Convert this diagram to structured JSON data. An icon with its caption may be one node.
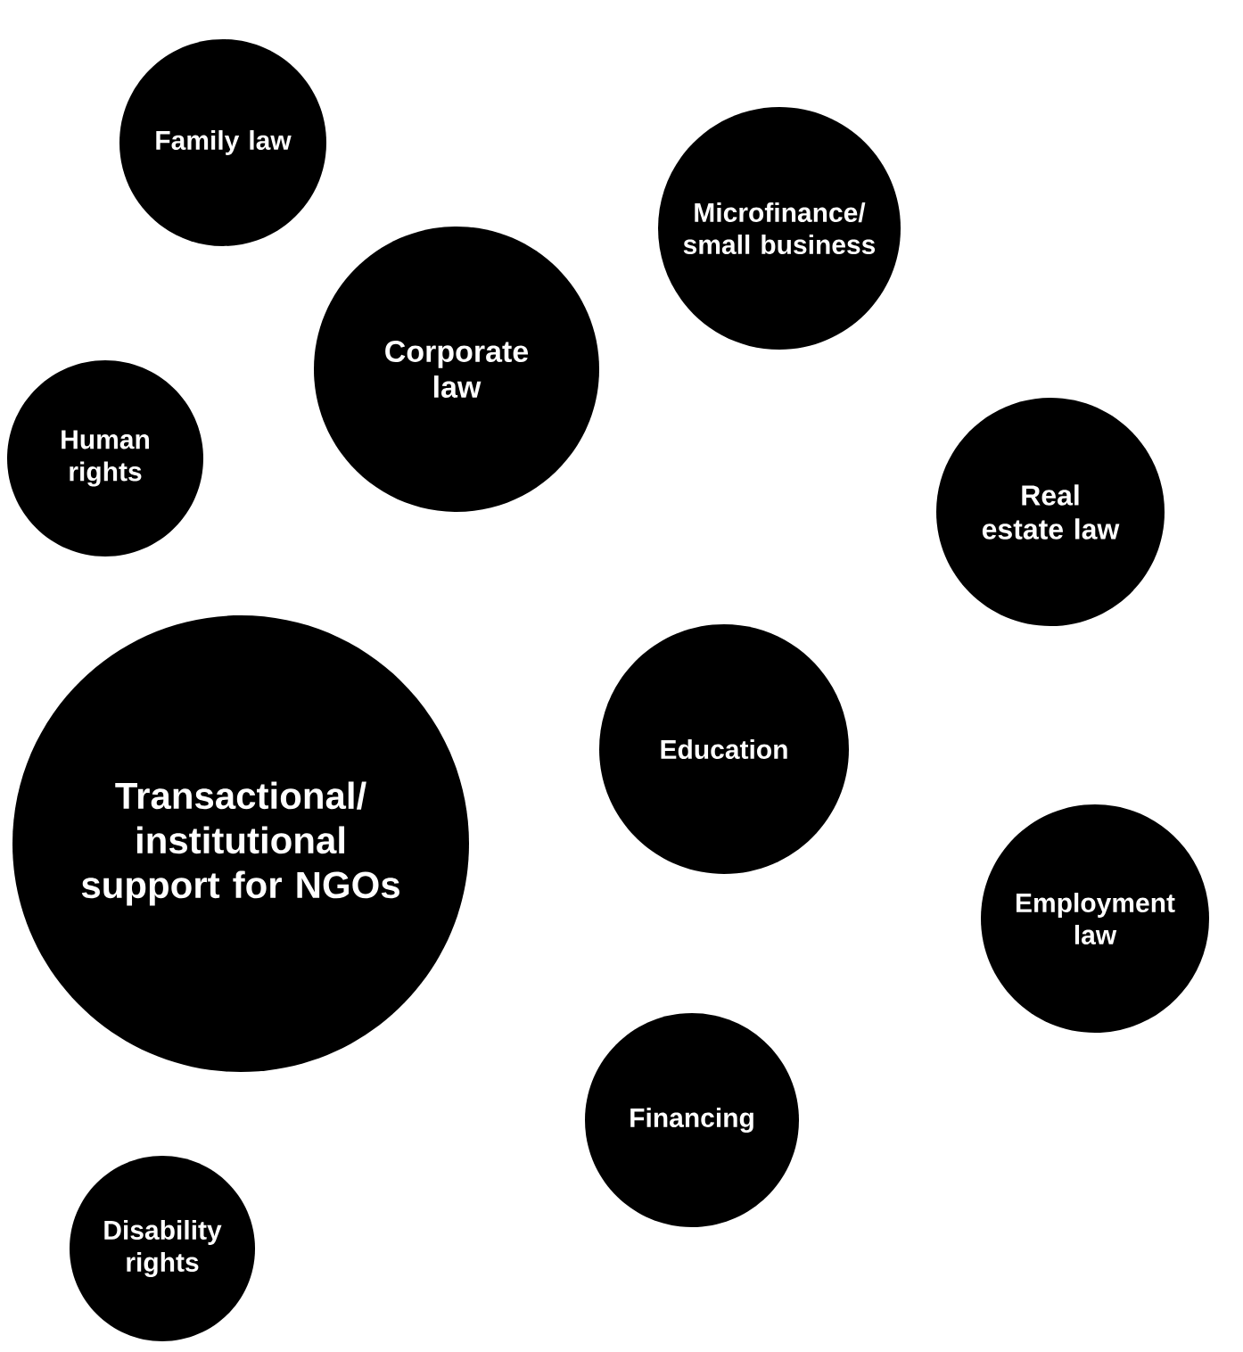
{
  "diagram": {
    "nodes": [
      {
        "text": [
          "Family law"
        ]
      },
      {
        "text": [
          "Microfinance/ small business"
        ]
      },
      {
        "text": [
          "Corporate law"
        ]
      },
      {
        "text": [
          "Human rights"
        ]
      },
      {
        "text": [
          "Real estate law"
        ]
      },
      {
        "text": [
          "Transactional/ institutional support for NGOs"
        ]
      },
      {
        "text": [
          "Education"
        ]
      },
      {
        "text": [
          "Employment law"
        ]
      },
      {
        "text": [
          "Financing"
        ]
      },
      {
        "text": [
          "Disability rights"
        ]
      }
    ]
  }
}
